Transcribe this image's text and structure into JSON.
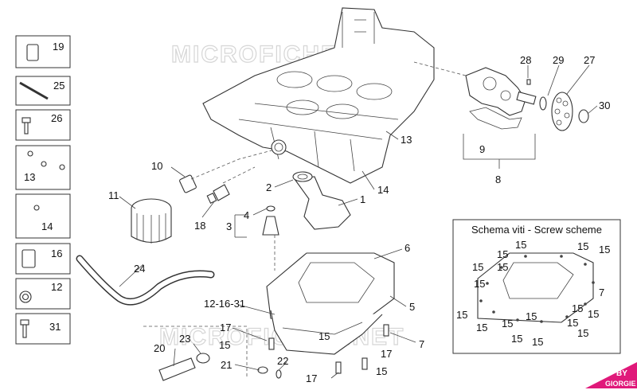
{
  "watermarks": [
    "MICROFICHES.NET",
    "MICROFICHES.NET"
  ],
  "side_boxes": [
    {
      "num": "19",
      "icon": "plug-icon"
    },
    {
      "num": "25",
      "icon": "long-bolt-icon"
    },
    {
      "num": "26",
      "icon": "bolt-icon"
    },
    {
      "num": "13",
      "icon": "small-screws-icon"
    },
    {
      "num": "14",
      "icon": "screw-icon"
    },
    {
      "num": "16",
      "icon": "sleeve-icon"
    },
    {
      "num": "12",
      "icon": "o-ring-icon"
    },
    {
      "num": "31",
      "icon": "bolt-icon"
    }
  ],
  "callouts": [
    {
      "id": "c1",
      "text": "1"
    },
    {
      "id": "c2",
      "text": "2"
    },
    {
      "id": "c3",
      "text": "3"
    },
    {
      "id": "c4",
      "text": "4"
    },
    {
      "id": "c5",
      "text": "5"
    },
    {
      "id": "c6",
      "text": "6"
    },
    {
      "id": "c7",
      "text": "7"
    },
    {
      "id": "c8",
      "text": "8"
    },
    {
      "id": "c9",
      "text": "9"
    },
    {
      "id": "c10",
      "text": "10"
    },
    {
      "id": "c11",
      "text": "11"
    },
    {
      "id": "c12_16_31",
      "text": "12-16-31"
    },
    {
      "id": "c13",
      "text": "13"
    },
    {
      "id": "c14",
      "text": "14"
    },
    {
      "id": "c15a",
      "text": "15"
    },
    {
      "id": "c15b",
      "text": "15"
    },
    {
      "id": "c15c",
      "text": "15"
    },
    {
      "id": "c17a",
      "text": "17"
    },
    {
      "id": "c17b",
      "text": "17"
    },
    {
      "id": "c17c",
      "text": "17"
    },
    {
      "id": "c18",
      "text": "18"
    },
    {
      "id": "c20",
      "text": "20"
    },
    {
      "id": "c21",
      "text": "21"
    },
    {
      "id": "c22",
      "text": "22"
    },
    {
      "id": "c23",
      "text": "23"
    },
    {
      "id": "c24",
      "text": "24"
    },
    {
      "id": "c27",
      "text": "27"
    },
    {
      "id": "c28",
      "text": "28"
    },
    {
      "id": "c29",
      "text": "29"
    },
    {
      "id": "c30",
      "text": "30"
    }
  ],
  "screw_scheme": {
    "title": "Schema viti - Screw scheme",
    "labels": [
      "15",
      "15",
      "15",
      "15",
      "15",
      "15",
      "15",
      "7",
      "15",
      "15",
      "15",
      "15",
      "15",
      "15",
      "15",
      "15",
      "15",
      "15"
    ]
  },
  "logo": {
    "line1": "BY",
    "line2": "GIORGIE"
  }
}
